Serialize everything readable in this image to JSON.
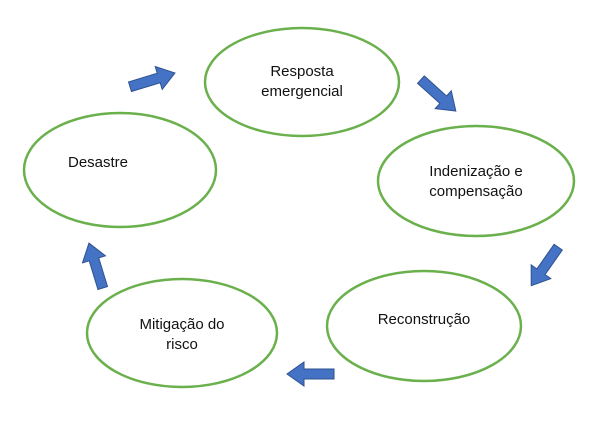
{
  "colors": {
    "node_stroke": "#6ab04c",
    "arrow_fill": "#4472c4",
    "arrow_stroke": "#2f528f"
  },
  "nodes": [
    {
      "id": "resposta",
      "label": "Resposta\nemergencial"
    },
    {
      "id": "indenizacao",
      "label": "Indenização e\ncompensação"
    },
    {
      "id": "reconstrucao",
      "label": "Reconstrução"
    },
    {
      "id": "mitigacao",
      "label": "Mitigação do\nrisco"
    },
    {
      "id": "desastre",
      "label": "Desastre"
    }
  ],
  "edges": [
    {
      "from": "desastre",
      "to": "resposta"
    },
    {
      "from": "resposta",
      "to": "indenizacao"
    },
    {
      "from": "indenizacao",
      "to": "reconstrucao"
    },
    {
      "from": "reconstrucao",
      "to": "mitigacao"
    },
    {
      "from": "mitigacao",
      "to": "desastre"
    }
  ]
}
